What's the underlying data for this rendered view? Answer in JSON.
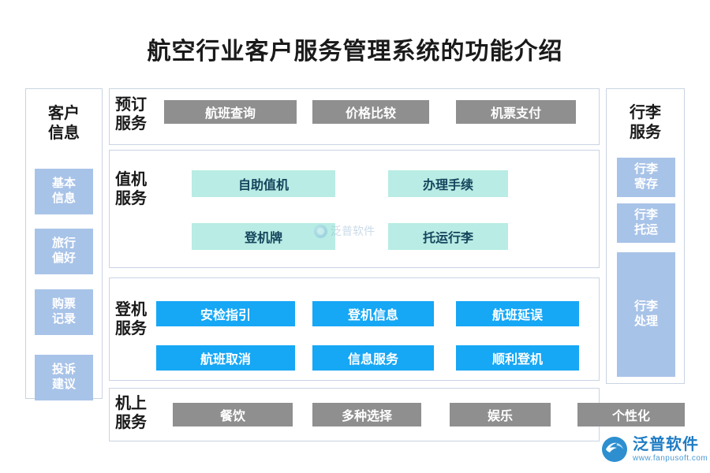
{
  "title": "航空行业客户服务管理系统的功能介绍",
  "left_panel": {
    "header_lines": [
      "客户",
      "信息"
    ],
    "items": [
      {
        "lines": [
          "基本",
          "信息"
        ]
      },
      {
        "lines": [
          "旅行",
          "偏好"
        ]
      },
      {
        "lines": [
          "购票",
          "记录"
        ]
      },
      {
        "lines": [
          "投诉",
          "建议"
        ]
      }
    ]
  },
  "right_panel": {
    "header_lines": [
      "行李",
      "服务"
    ],
    "items": [
      {
        "lines": [
          "行李",
          "寄存"
        ]
      },
      {
        "lines": [
          "行李",
          "托运"
        ]
      },
      {
        "lines": [
          "行李",
          "处理"
        ]
      }
    ]
  },
  "sections": [
    {
      "label_lines": [
        "预订",
        "服务"
      ],
      "style": "gray",
      "chips": [
        "航班查询",
        "价格比较",
        "机票支付"
      ]
    },
    {
      "label_lines": [
        "值机",
        "服务"
      ],
      "style": "mint",
      "chips": [
        "自助值机",
        "办理手续",
        "登机牌",
        "托运行李"
      ]
    },
    {
      "label_lines": [
        "登机",
        "服务"
      ],
      "style": "blue",
      "chips": [
        "安检指引",
        "登机信息",
        "航班延误",
        "航班取消",
        "信息服务",
        "顺利登机"
      ]
    },
    {
      "label_lines": [
        "机上",
        "服务"
      ],
      "style": "gray",
      "chips": [
        "餐饮",
        "多种选择",
        "娱乐",
        "个性化"
      ]
    }
  ],
  "watermark": {
    "text": "泛普软件"
  },
  "logo": {
    "name": "泛普软件",
    "url": "www.fanpusoft.com"
  },
  "colors": {
    "gray_chip": "#8f8f8f",
    "mint_chip": "#b8ece4",
    "blue_chip": "#16a7f5",
    "panel_item": "#a8c3e8",
    "border": "#c9d4e2",
    "brand": "#1f7cc4"
  }
}
